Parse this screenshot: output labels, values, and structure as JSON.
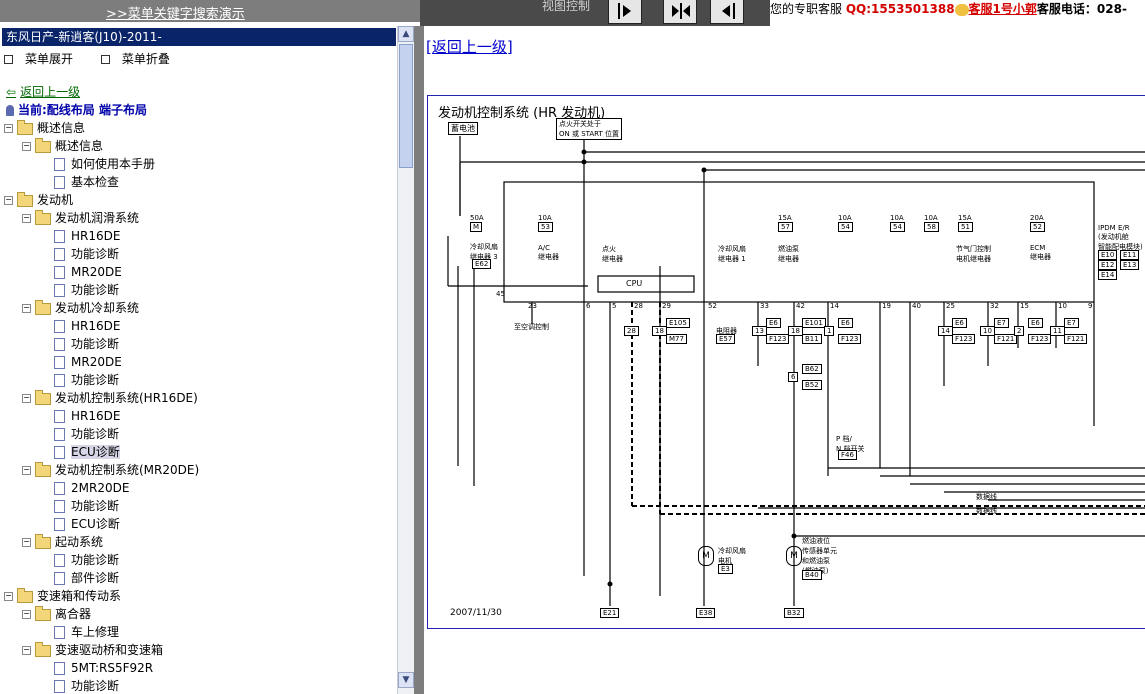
{
  "topbar": {
    "search_demo_link": ">>菜单关键字搜索演示",
    "view_control": "视图控制",
    "agent_label": "您的专职客服",
    "qq": "QQ:1553501388",
    "service_link": "客服1号小郭",
    "phone_label": "客服电话：028-"
  },
  "tree": {
    "title": "东风日产-新逍客(J10)-2011-",
    "expand_label": "菜单展开",
    "collapse_label": "菜单折叠",
    "back_link": "返回上一级",
    "current": "当前:配线布局  端子布局",
    "rows": [
      {
        "label": "概述信息",
        "type": "folder",
        "level": 0
      },
      {
        "label": "概述信息",
        "type": "folder",
        "level": 1
      },
      {
        "label": "如何使用本手册",
        "type": "doc",
        "level": 2
      },
      {
        "label": "基本检查",
        "type": "doc",
        "level": 2
      },
      {
        "label": "发动机",
        "type": "folder",
        "level": 0
      },
      {
        "label": "发动机润滑系统",
        "type": "folder",
        "level": 1
      },
      {
        "label": "HR16DE",
        "type": "doc",
        "level": 2
      },
      {
        "label": "功能诊断",
        "type": "doc",
        "level": 2
      },
      {
        "label": "MR20DE",
        "type": "doc",
        "level": 2
      },
      {
        "label": "功能诊断",
        "type": "doc",
        "level": 2
      },
      {
        "label": "发动机冷却系统",
        "type": "folder",
        "level": 1
      },
      {
        "label": "HR16DE",
        "type": "doc",
        "level": 2
      },
      {
        "label": "功能诊断",
        "type": "doc",
        "level": 2
      },
      {
        "label": "MR20DE",
        "type": "doc",
        "level": 2
      },
      {
        "label": "功能诊断",
        "type": "doc",
        "level": 2
      },
      {
        "label": "发动机控制系统(HR16DE)",
        "type": "folder",
        "level": 1
      },
      {
        "label": "HR16DE",
        "type": "doc",
        "level": 2
      },
      {
        "label": "功能诊断",
        "type": "doc",
        "level": 2
      },
      {
        "label": "ECU诊断",
        "type": "doc",
        "level": 2,
        "selected": true
      },
      {
        "label": "发动机控制系统(MR20DE)",
        "type": "folder",
        "level": 1
      },
      {
        "label": "2MR20DE",
        "type": "doc",
        "level": 2
      },
      {
        "label": "功能诊断",
        "type": "doc",
        "level": 2
      },
      {
        "label": "ECU诊断",
        "type": "doc",
        "level": 2
      },
      {
        "label": "起动系统",
        "type": "folder",
        "level": 1
      },
      {
        "label": "功能诊断",
        "type": "doc",
        "level": 2
      },
      {
        "label": "部件诊断",
        "type": "doc",
        "level": 2
      },
      {
        "label": "变速箱和传动系",
        "type": "folder",
        "level": 0
      },
      {
        "label": "离合器",
        "type": "folder",
        "level": 1
      },
      {
        "label": "车上修理",
        "type": "doc",
        "level": 2
      },
      {
        "label": "变速驱动桥和变速箱",
        "type": "folder",
        "level": 1
      },
      {
        "label": "5MT:RS5F92R",
        "type": "doc",
        "level": 2
      },
      {
        "label": "功能诊断",
        "type": "doc",
        "level": 2
      }
    ]
  },
  "content": {
    "back_link": "[返回上一级]",
    "diagram": {
      "title": "发动机控制系统 (HR 发动机)",
      "date": "2007/11/30",
      "battery": "蓄电池",
      "ignition": "点火开关处于\nON 或 START 位置",
      "cpu": "CPU",
      "data_line": "数据线",
      "ipdm": "IPDM E/R\n(发动机舱\n智能配电模块)",
      "ac_control": "至空调控制",
      "labels": {
        "fuse_50a": "50A",
        "fuse_m": "M",
        "fuse_10a_53": "10A",
        "f53": "53",
        "fuse_15a_57": "15A",
        "f57": "57",
        "fuse_10a_54a": "10A",
        "f54a": "54",
        "fuse_10a_54b": "10A",
        "f54b": "54",
        "fuse_10a_58": "10A",
        "f58": "58",
        "fuse_15a_51": "15A",
        "f51": "51",
        "fuse_20a_52": "20A",
        "f52": "52",
        "relay_fan3": "冷却风扇\n继电器 3",
        "relay_ac": "A/C\n继电器",
        "relay_ign": "点火\n继电器",
        "relay_fan1": "冷却风扇\n继电器 1",
        "relay_fuel": "燃油泵\n继电器",
        "relay_throttle": "节气门控制\n电机继电器",
        "relay_ecm": "ECM\n继电器",
        "resistor": "电阻器",
        "pn_switch": "P 档/\nN 档开关",
        "fan_motor": "冷却风扇\n电机",
        "fuel_pump": "燃油液位\n传感器单元\n和燃油泵\n(燃油泵)",
        "c_e62": "E62",
        "c_e105": "E105",
        "c_m77": "M77",
        "c_e57": "E57",
        "c_e6a": "E6",
        "c_f123a": "F123",
        "c_e101": "E101",
        "c_b11": "B11",
        "c_e6b": "E6",
        "c_f123b": "F123",
        "c_b62": "B62",
        "c_b52": "B52",
        "c_f46": "F46",
        "c_e6c": "E6",
        "c_f123c": "F123",
        "c_e7a": "E7",
        "c_f121a": "F121",
        "c_e6d": "E6",
        "c_f123d": "F123",
        "c_e7b": "E7",
        "c_f121b": "F121",
        "c_e10": "E10",
        "c_e11": "E11",
        "c_e12": "E12",
        "c_e13": "E13",
        "c_e14": "E14",
        "c_e3": "E3",
        "c_b40": "B40",
        "c_e21": "E21",
        "c_e38": "E38",
        "c_b32": "B32",
        "pin_45": "45",
        "pin_23": "23",
        "pin_6": "6",
        "pin_5": "5",
        "pin_28": "28",
        "pin_29": "29",
        "pin_52": "52",
        "pin_33": "33",
        "pin_42": "42",
        "pin_14": "14",
        "pin_19": "19",
        "pin_40": "40",
        "pin_25": "25",
        "pin_32": "32",
        "pin_15": "15",
        "pin_10": "10",
        "pin_9": "9",
        "box_28": "28",
        "box_18": "18",
        "box_13": "13",
        "box_18b": "18",
        "box_1": "1",
        "box_6": "6",
        "box_14": "14",
        "box_10": "10",
        "box_2": "2",
        "box_11": "11"
      }
    }
  }
}
